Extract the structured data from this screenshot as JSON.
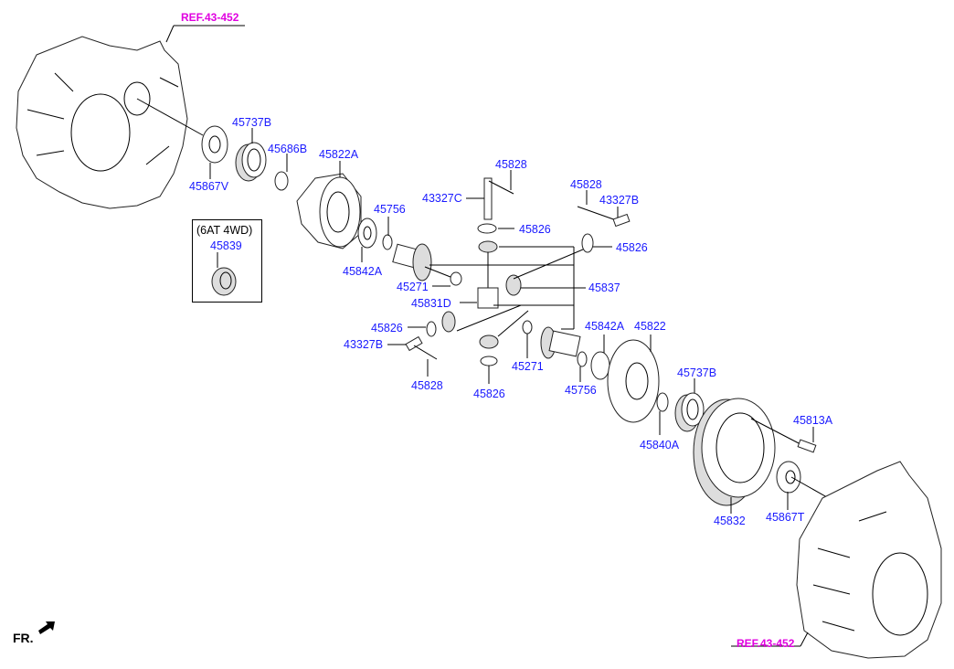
{
  "diagram": {
    "title": "Differential assembly exploded view",
    "references": [
      {
        "id": "ref-top",
        "text": "REF.43-452"
      },
      {
        "id": "ref-bottom",
        "text": "REF.43-452"
      }
    ],
    "inset_box": {
      "title": "(6AT 4WD)",
      "part": "45839"
    },
    "orientation_label": "FR.",
    "parts": [
      {
        "id": "p45737B-a",
        "number": "45737B"
      },
      {
        "id": "p45686B",
        "number": "45686B"
      },
      {
        "id": "p45822A",
        "number": "45822A"
      },
      {
        "id": "p45867V",
        "number": "45867V"
      },
      {
        "id": "p45828-a",
        "number": "45828"
      },
      {
        "id": "p43327C",
        "number": "43327C"
      },
      {
        "id": "p45828-b",
        "number": "45828"
      },
      {
        "id": "p43327B-a",
        "number": "43327B"
      },
      {
        "id": "p45756-a",
        "number": "45756"
      },
      {
        "id": "p45826-a",
        "number": "45826"
      },
      {
        "id": "p45826-b",
        "number": "45826"
      },
      {
        "id": "p45842A-a",
        "number": "45842A"
      },
      {
        "id": "p45271-a",
        "number": "45271"
      },
      {
        "id": "p45837",
        "number": "45837"
      },
      {
        "id": "p45831D",
        "number": "45831D"
      },
      {
        "id": "p45826-c",
        "number": "45826"
      },
      {
        "id": "p43327B-b",
        "number": "43327B"
      },
      {
        "id": "p45842A-b",
        "number": "45842A"
      },
      {
        "id": "p45822",
        "number": "45822"
      },
      {
        "id": "p45271-b",
        "number": "45271"
      },
      {
        "id": "p45828-c",
        "number": "45828"
      },
      {
        "id": "p45826-d",
        "number": "45826"
      },
      {
        "id": "p45756-b",
        "number": "45756"
      },
      {
        "id": "p45737B-b",
        "number": "45737B"
      },
      {
        "id": "p45840A",
        "number": "45840A"
      },
      {
        "id": "p45813A",
        "number": "45813A"
      },
      {
        "id": "p45832",
        "number": "45832"
      },
      {
        "id": "p45867T",
        "number": "45867T"
      }
    ]
  },
  "colors": {
    "part_label": "#1a1aff",
    "reference": "#e000e0",
    "line": "#000000"
  }
}
